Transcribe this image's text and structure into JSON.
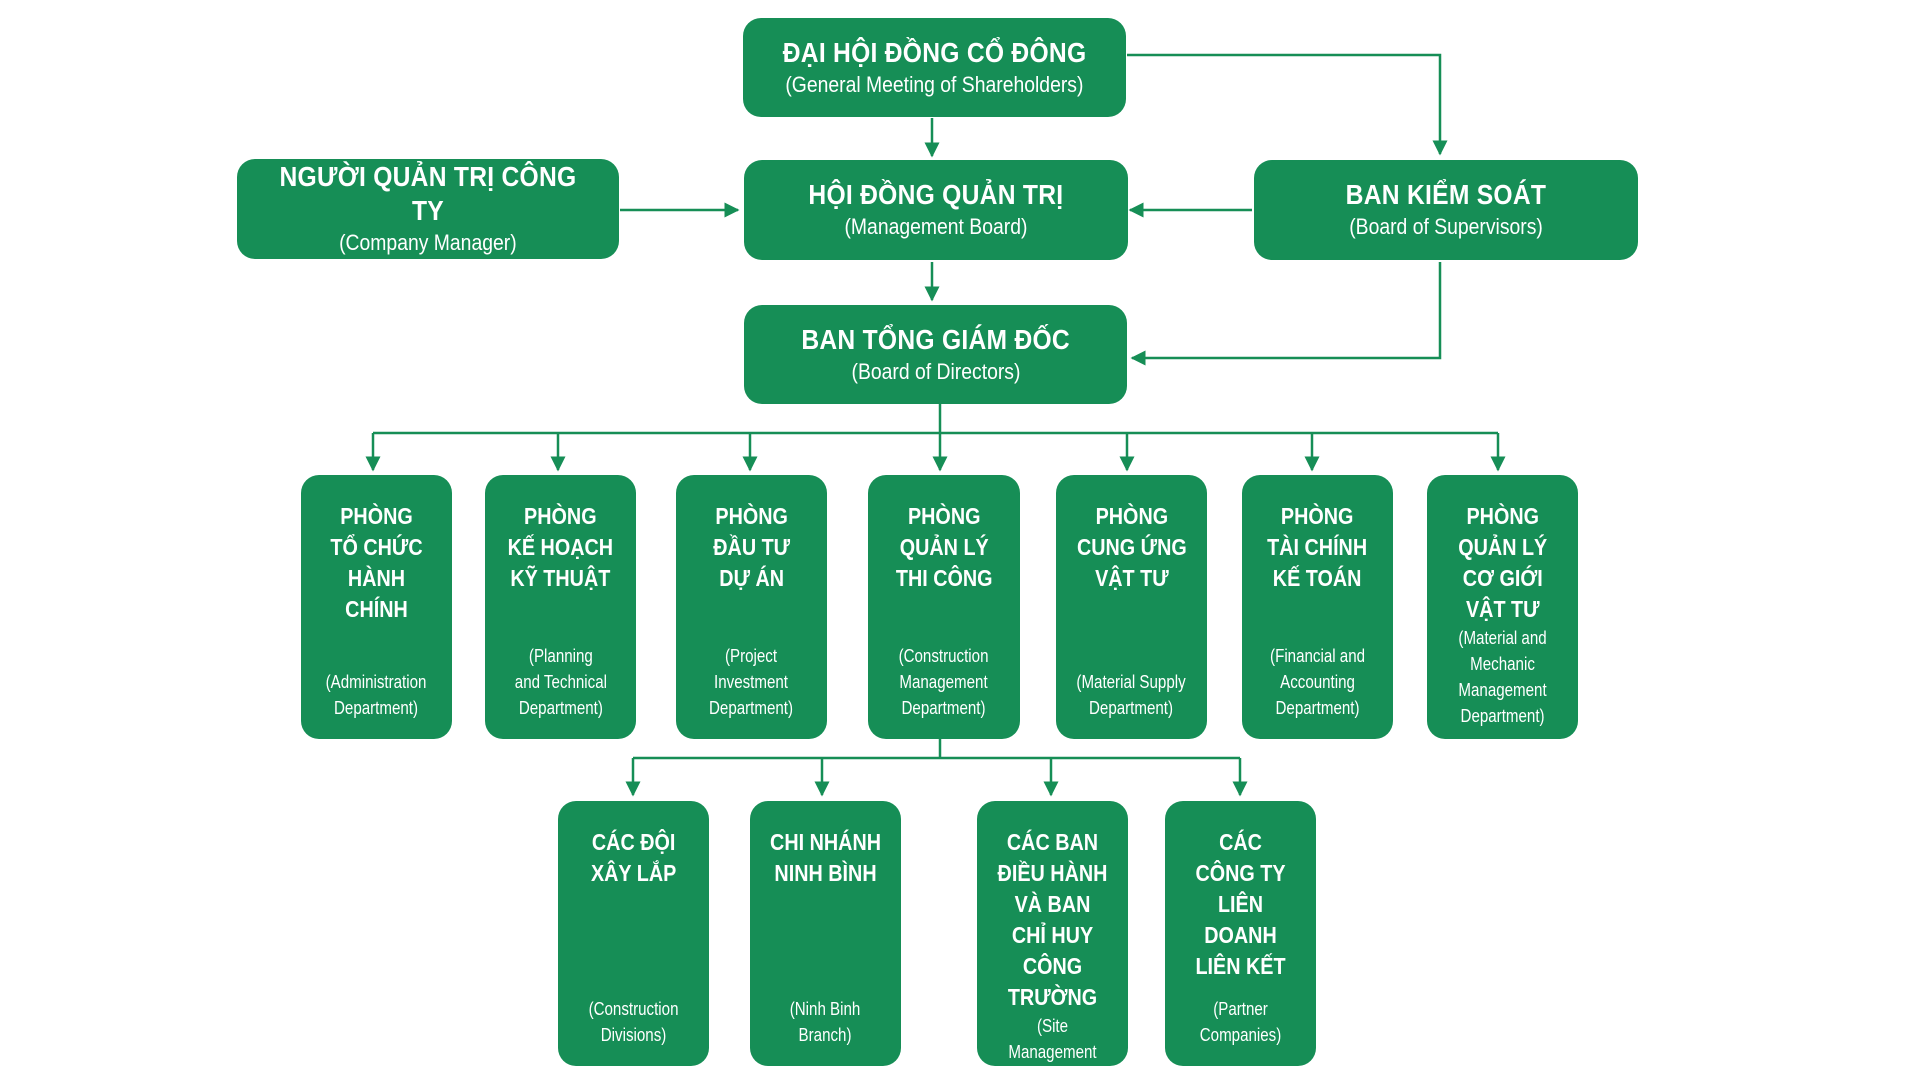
{
  "colors": {
    "box_fill": "#168e56",
    "connector": "#168e56",
    "text": "#ffffff",
    "background": "#ffffff"
  },
  "top": {
    "shareholders": {
      "vi": "ĐẠI HỘI ĐỒNG CỔ ĐÔNG",
      "en": "(General Meeting of Shareholders)"
    },
    "company_manager": {
      "vi": "NGƯỜI QUẢN TRỊ CÔNG TY",
      "en": "(Company Manager)"
    },
    "management_board": {
      "vi": "HỘI ĐỒNG QUẢN TRỊ",
      "en": "(Management Board)"
    },
    "supervisors": {
      "vi": "BAN KIỂM SOÁT",
      "en": "(Board of Supervisors)"
    },
    "directors": {
      "vi": "BAN TỔNG GIÁM ĐỐC",
      "en": "(Board of Directors)"
    }
  },
  "departments": [
    {
      "vi": "PHÒNG\nTỔ CHỨC\nHÀNH CHÍNH",
      "en": "(Administration\nDepartment)"
    },
    {
      "vi": "PHÒNG\nKẾ HOẠCH\nKỸ THUẬT",
      "en": "(Planning\nand Technical\nDepartment)"
    },
    {
      "vi": "PHÒNG\nĐẦU TƯ\nDỰ ÁN",
      "en": "(Project\nInvestment\nDepartment)"
    },
    {
      "vi": "PHÒNG\nQUẢN LÝ\nTHI CÔNG",
      "en": "(Construction\nManagement\nDepartment)"
    },
    {
      "vi": "PHÒNG\nCUNG ỨNG\nVẬT TƯ",
      "en": "(Material Supply\nDepartment)"
    },
    {
      "vi": "PHÒNG\nTÀI CHÍNH\nKẾ TOÁN",
      "en": "(Financial and\nAccounting\nDepartment)"
    },
    {
      "vi": "PHÒNG\nQUẢN LÝ\nCƠ GIỚI\nVẬT TƯ",
      "en": "(Material and\nMechanic\nManagement\nDepartment)"
    }
  ],
  "sub_units": [
    {
      "vi": "CÁC ĐỘI\nXÂY LẮP",
      "en": "(Construction\nDivisions)"
    },
    {
      "vi": "CHI NHÁNH\nNINH BÌNH",
      "en": "(Ninh Binh\nBranch)"
    },
    {
      "vi": "CÁC BAN\nĐIỀU HÀNH\nVÀ BAN\nCHỈ HUY\nCÔNG TRƯỜNG",
      "en": "(Site Management\nBoards)"
    },
    {
      "vi": "CÁC\nCÔNG TY\nLIÊN DOANH\nLIÊN KẾT",
      "en": "(Partner\nCompanies)"
    }
  ]
}
